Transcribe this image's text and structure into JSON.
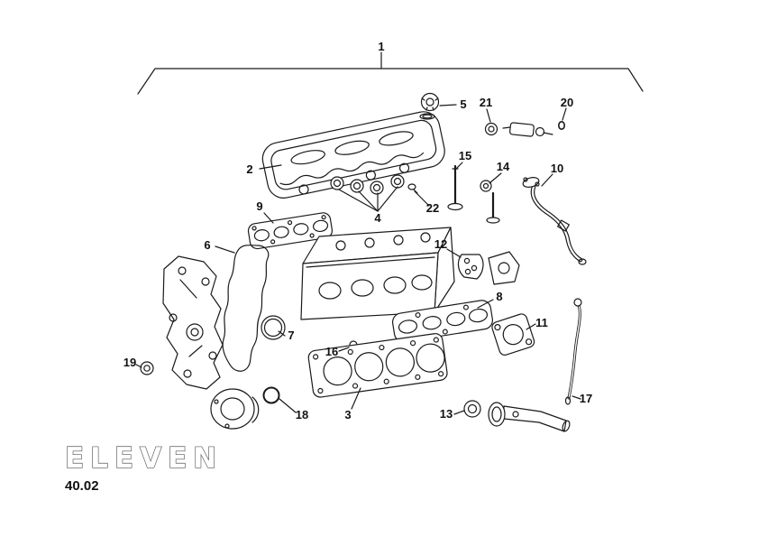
{
  "page": {
    "logo_text": "ELEVEN",
    "code": "40.02"
  },
  "callouts": [
    {
      "label": "1"
    },
    {
      "label": "2"
    },
    {
      "label": "3"
    },
    {
      "label": "4"
    },
    {
      "label": "5"
    },
    {
      "label": "6"
    },
    {
      "label": "7"
    },
    {
      "label": "8"
    },
    {
      "label": "9"
    },
    {
      "label": "10"
    },
    {
      "label": "11"
    },
    {
      "label": "12"
    },
    {
      "label": "13"
    },
    {
      "label": "14"
    },
    {
      "label": "15"
    },
    {
      "label": "16"
    },
    {
      "label": "17"
    },
    {
      "label": "18"
    },
    {
      "label": "19"
    },
    {
      "label": "20"
    },
    {
      "label": "21"
    },
    {
      "label": "22"
    }
  ]
}
